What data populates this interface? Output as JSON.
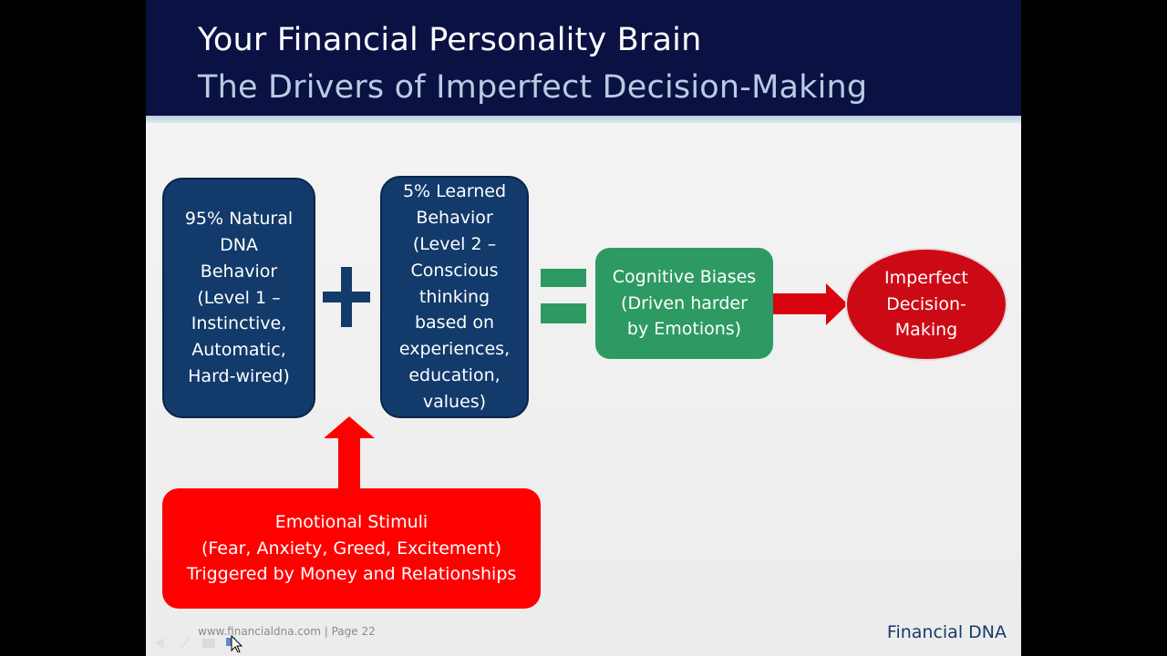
{
  "slide": {
    "title_line1": "Your Financial Personality Brain",
    "title_line2": "The Drivers of Imperfect Decision-Making",
    "colors": {
      "header_bg": "#0b1142",
      "title_white": "#ffffff",
      "title_blue": "#b8cce4",
      "navy_box": "#123a6b",
      "green_box": "#2e9a63",
      "red_box": "#ff0000",
      "ellipse": "#cc0a16",
      "plus": "#123a6b",
      "equals": "#2e9a63",
      "arrow_red": "#d9040f"
    }
  },
  "diagram": {
    "natural_box": "95% Natural\nDNA\nBehavior\n(Level 1 –\nInstinctive,\nAutomatic,\nHard-wired)",
    "learned_box": "5% Learned\nBehavior\n(Level 2 –\nConscious\nthinking\nbased on\nexperiences,\neducation,\nvalues)",
    "biases_box": "Cognitive Biases\n(Driven harder\nby Emotions)",
    "outcome_ellipse": "Imperfect\nDecision-\nMaking",
    "emotions_box": "Emotional Stimuli\n(Fear, Anxiety, Greed, Excitement)\nTriggered by Money and Relationships"
  },
  "footer": {
    "page_info": "www.financialdna.com | Page 22",
    "brand": "Financial DNA"
  }
}
